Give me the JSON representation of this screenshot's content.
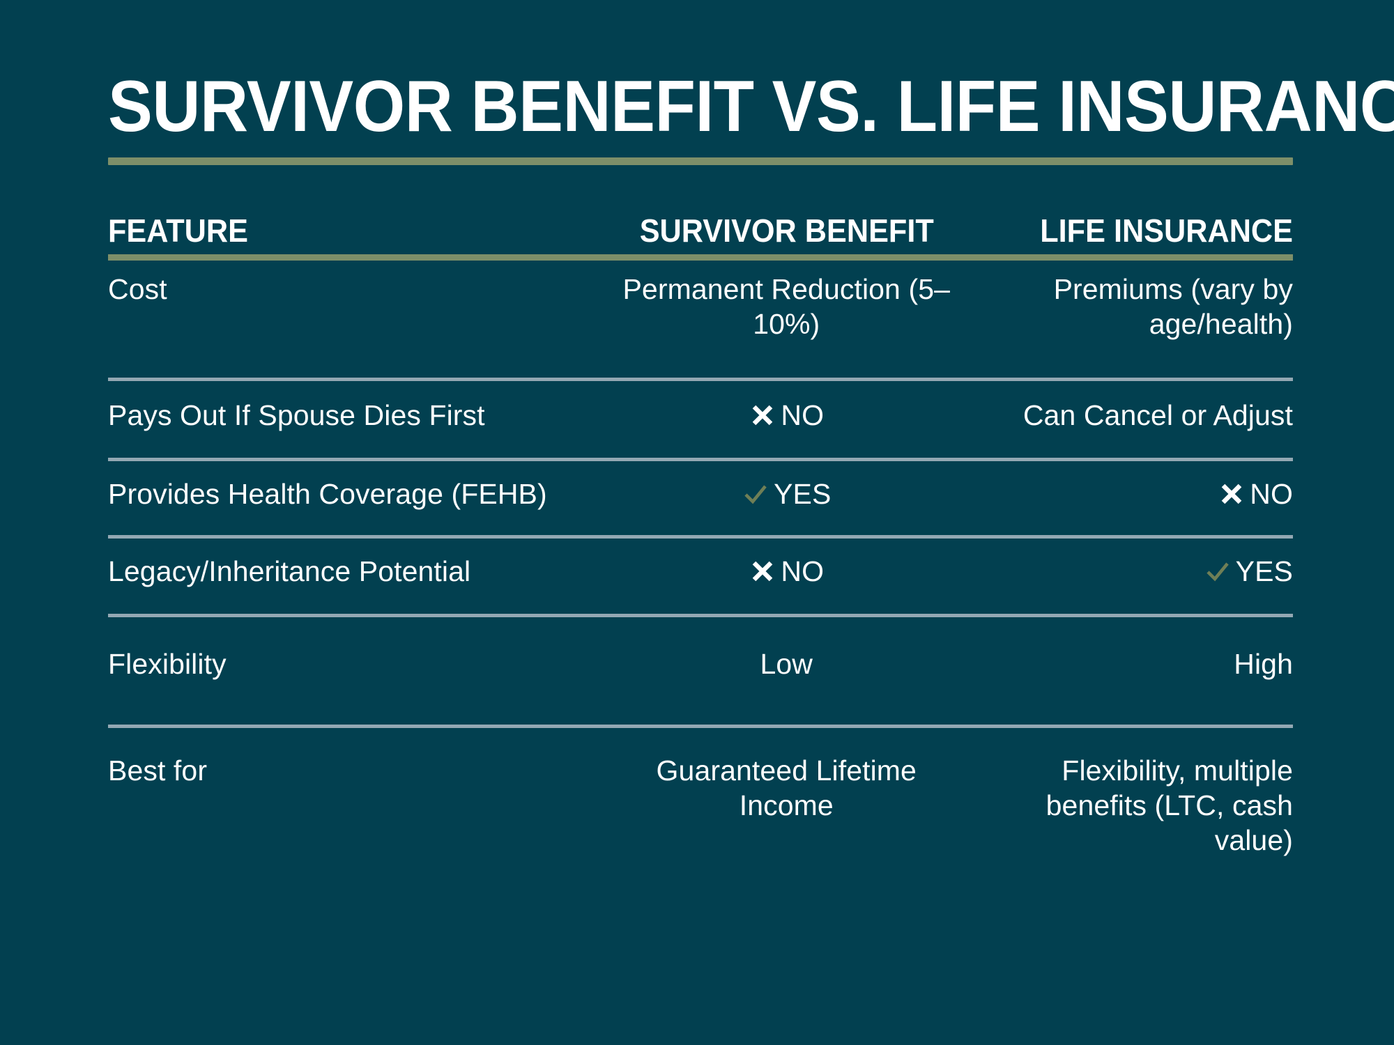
{
  "poster": {
    "title": "Survivor Benefit vs. Life Insurance",
    "background_color": "#024050",
    "accent_color": "#7d8f69",
    "divider_color": "#93a8b3",
    "text_color": "#ffffff"
  },
  "table": {
    "headers": {
      "feature": "FEATURE",
      "survivor": "SURVIVOR BENEFIT",
      "life": "LIFE INSURANCE"
    },
    "rows": [
      {
        "feature": "Cost",
        "survivor": {
          "icon": "none",
          "text": "Permanent Reduction (5–10%)"
        },
        "life": {
          "icon": "none",
          "text": "Premiums (vary by age/health)"
        }
      },
      {
        "feature": "Pays Out If Spouse Dies First",
        "survivor": {
          "icon": "cross-icon",
          "text": "NO"
        },
        "life": {
          "icon": "none",
          "text": "Can Cancel or Adjust"
        }
      },
      {
        "feature": "Provides Health Coverage (FEHB)",
        "survivor": {
          "icon": "check-icon",
          "text": "YES"
        },
        "life": {
          "icon": "cross-icon",
          "text": "NO"
        }
      },
      {
        "feature": "Legacy/Inheritance Potential",
        "survivor": {
          "icon": "cross-icon",
          "text": "NO"
        },
        "life": {
          "icon": "check-icon",
          "text": "YES"
        }
      },
      {
        "feature": "Flexibility",
        "survivor": {
          "icon": "none",
          "text": "Low"
        },
        "life": {
          "icon": "none",
          "text": "High"
        }
      },
      {
        "feature": "Best for",
        "survivor": {
          "icon": "none",
          "text": "Guaranteed Lifetime Income"
        },
        "life": {
          "icon": "none",
          "text": "Flexibility, multiple benefits (LTC, cash value)"
        }
      }
    ]
  }
}
